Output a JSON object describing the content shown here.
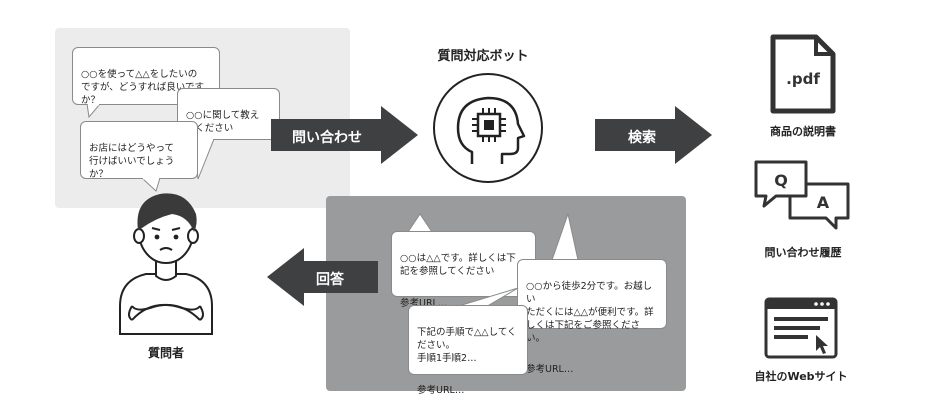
{
  "questions": [
    "○○を使って△△をしたいの\nですが、どうすれば良いです\nか？",
    "○○に関して教え\nてください",
    "お店にはどうやって\n行けばいいでしょう\nか？"
  ],
  "arrows": {
    "inquiry": "問い合わせ",
    "search": "検索",
    "answer": "回答"
  },
  "bot_title": "質問対応ボット",
  "asker_label": "質問者",
  "answers": [
    {
      "text": "○○は△△です。詳しくは下\n記を参照してください",
      "ref": "参考URL…"
    },
    {
      "text": "○○から徒歩2分です。お越しい\nただくには△△が便利です。詳\nしくは下記をご参照ください。",
      "ref": "参考URL…"
    },
    {
      "text": "下記の手順で△△してく\nださい。\n手順1手順2…",
      "ref": "参考URL…"
    }
  ],
  "sources": {
    "pdf_label": ".pdf",
    "pdf_caption": "商品の説明書",
    "qa_q": "Q",
    "qa_a": "A",
    "qa_caption": "問い合わせ履歴",
    "web_caption": "自社のWebサイト"
  },
  "colors": {
    "arrow": "#3f4042",
    "panel_light": "#ececec",
    "panel_dark": "#9a9b9c"
  }
}
